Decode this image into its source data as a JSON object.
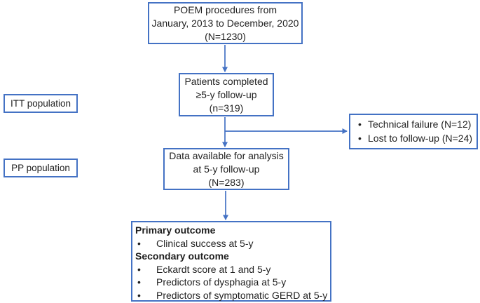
{
  "diagram": {
    "colors": {
      "accent": "#4472C4",
      "text": "#1f1f1f",
      "background": "#ffffff"
    },
    "bullet": "•",
    "boxes": {
      "procedures": {
        "lines": [
          "POEM procedures from",
          "January, 2013 to December, 2020",
          "(N=1230)"
        ]
      },
      "followup": {
        "lines": [
          "Patients completed",
          "≥5-y follow-up",
          "(n=319)"
        ]
      },
      "analysis": {
        "lines": [
          "Data available for analysis",
          "at 5-y follow-up",
          "(N=283)"
        ]
      },
      "exclusions": {
        "items": [
          "Technical failure (N=12)",
          "Lost to follow-up (N=24)"
        ]
      },
      "outcomes": {
        "sections": [
          {
            "header": "Primary outcome",
            "items": [
              "Clinical success at 5-y"
            ]
          },
          {
            "header": "Secondary outcome",
            "items": [
              "Eckardt score at 1 and 5-y",
              "Predictors of dysphagia at 5-y",
              "Predictors of symptomatic GERD at 5-y"
            ]
          }
        ]
      },
      "itt_label": "ITT population",
      "pp_label": "PP population"
    }
  }
}
